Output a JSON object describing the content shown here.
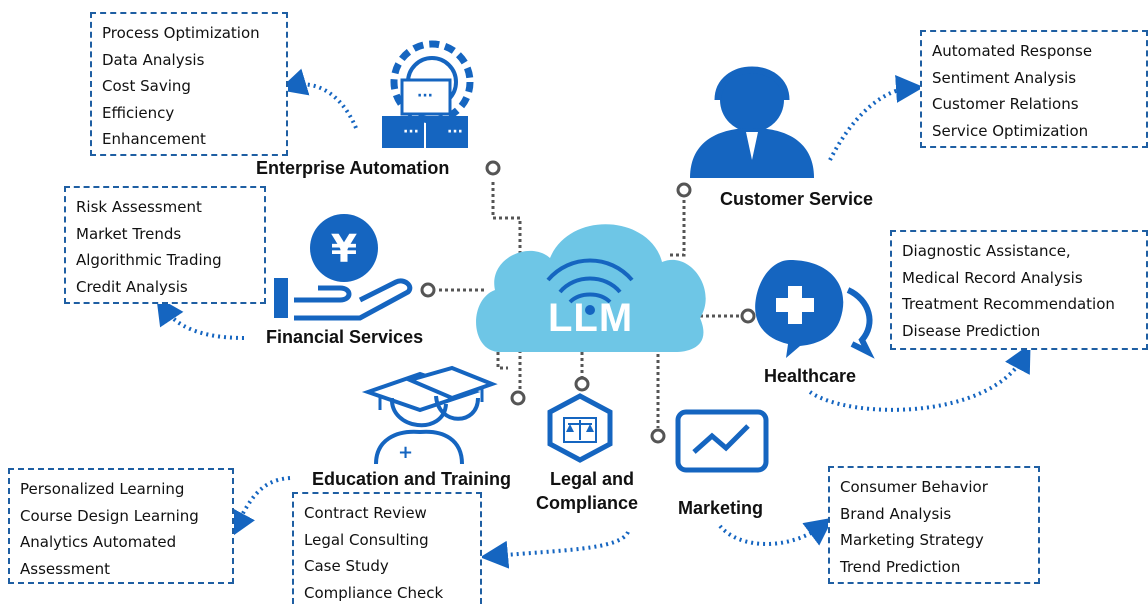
{
  "center": {
    "label": "LLM"
  },
  "colors": {
    "primary": "#1565c0",
    "cloud": "#6ec6e6",
    "connector": "#555555",
    "box_border": "#1f5fa3"
  },
  "sectors": {
    "enterprise": {
      "title": "Enterprise Automation",
      "icon": "gear-boxes-icon",
      "items": [
        "Process Optimization",
        "Data Analysis",
        "Cost Saving",
        "Efficiency",
        "Enhancement"
      ]
    },
    "customer": {
      "title": "Customer Service",
      "icon": "headset-agent-icon",
      "items": [
        "Automated Response",
        "Sentiment Analysis",
        "Customer Relations",
        "Service Optimization"
      ]
    },
    "financial": {
      "title": "Financial Services",
      "icon": "yen-coin-hand-icon",
      "items": [
        "Risk Assessment",
        "Market Trends",
        "Algorithmic Trading",
        "Credit Analysis"
      ]
    },
    "healthcare": {
      "title": "Healthcare",
      "icon": "medical-chat-icon",
      "items": [
        "Diagnostic Assistance,",
        "Medical Record Analysis",
        "Treatment Recommendation",
        "Disease Prediction"
      ]
    },
    "education": {
      "title": "Education and Training",
      "icon": "graduates-icon",
      "items": [
        "Personalized Learning",
        "Course Design Learning",
        "Analytics Automated",
        "Assessment"
      ]
    },
    "legal": {
      "title_line1": "Legal and",
      "title_line2": "Compliance",
      "icon": "scales-hexagon-icon",
      "items": [
        "Contract Review",
        "Legal Consulting",
        "Case Study",
        "Compliance Check"
      ]
    },
    "marketing": {
      "title": "Marketing",
      "icon": "trend-monitor-icon",
      "items": [
        "Consumer Behavior",
        "Brand Analysis",
        "Marketing Strategy",
        "Trend Prediction"
      ]
    }
  }
}
